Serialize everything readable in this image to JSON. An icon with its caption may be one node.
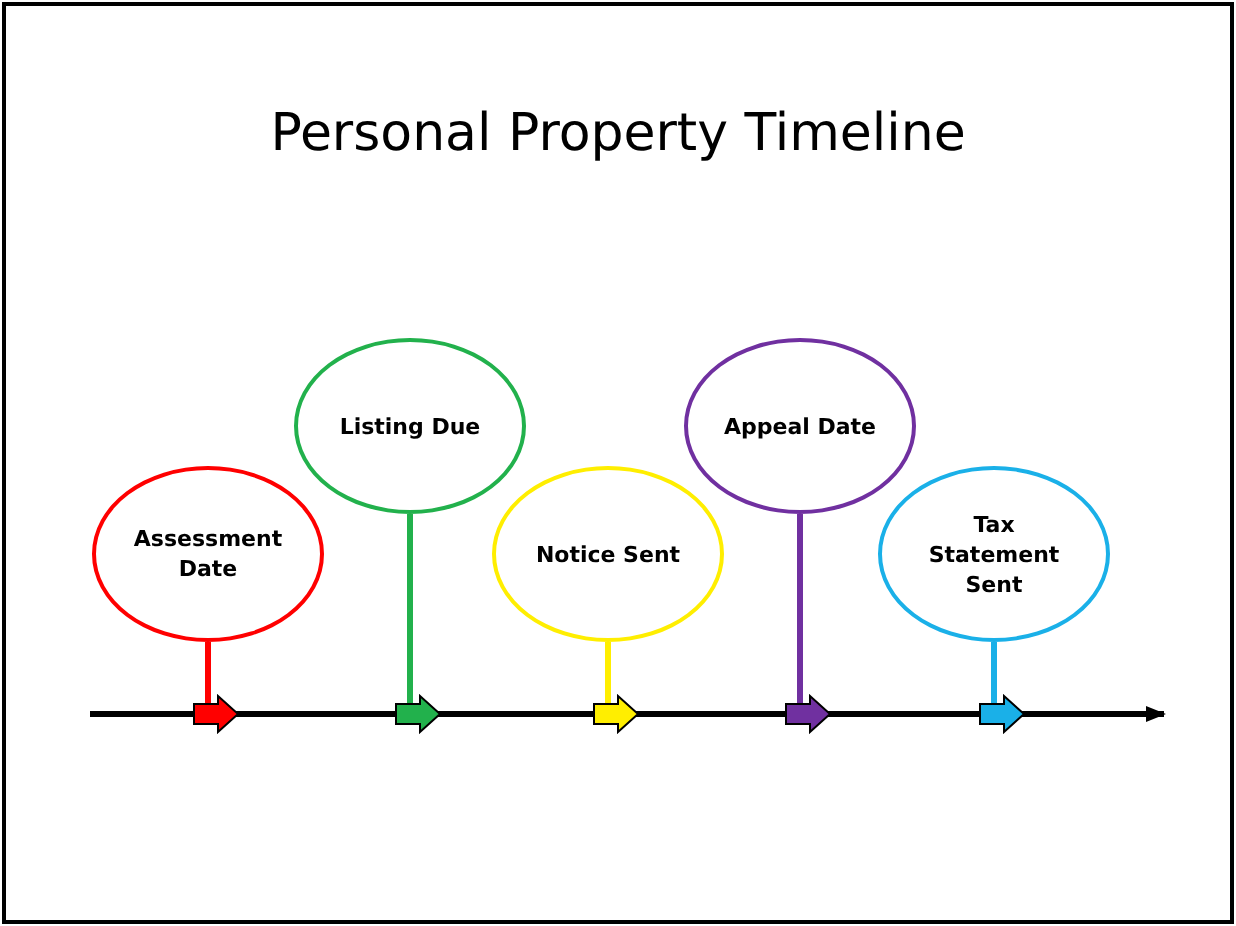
{
  "diagram": {
    "title": "Personal Property Timeline",
    "nodes": [
      {
        "text": [
          "Assessment Date"
        ]
      },
      {
        "text": [
          "Listing Due"
        ]
      },
      {
        "text": [
          "Notice Sent"
        ]
      },
      {
        "text": [
          "Appeal Date"
        ]
      },
      {
        "text": [
          "Tax Statement Sent"
        ]
      },
      {
        "text": [],
        "shape": "arrow"
      },
      {
        "text": [],
        "shape": "arrow"
      },
      {
        "text": [],
        "shape": "arrow"
      },
      {
        "text": [],
        "shape": "arrow"
      },
      {
        "text": [],
        "shape": "arrow"
      }
    ],
    "edges": [
      {
        "from": 0,
        "to": 5,
        "arrow": "none",
        "color": "#ff0000"
      },
      {
        "from": 1,
        "to": 6,
        "arrow": "none",
        "color": "#22b14c"
      },
      {
        "from": 2,
        "to": 7,
        "arrow": "none",
        "color": "#ffee00"
      },
      {
        "from": 3,
        "to": 8,
        "arrow": "none",
        "color": "#7030a0"
      },
      {
        "from": 4,
        "to": 9,
        "arrow": "none",
        "color": "#1ab0e8"
      }
    ]
  }
}
